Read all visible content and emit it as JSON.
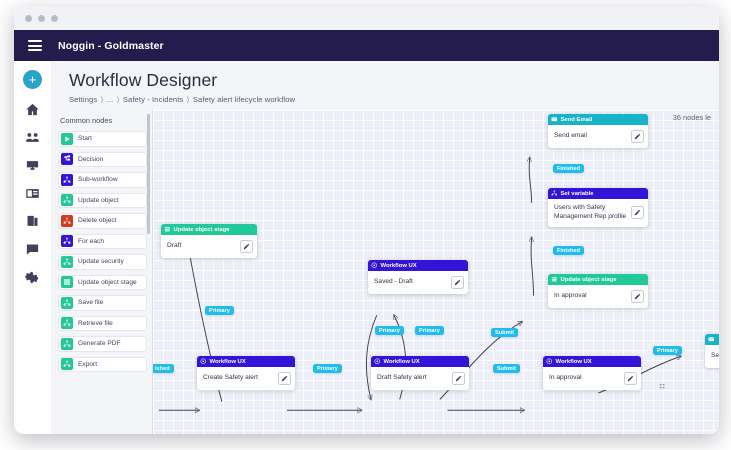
{
  "window": {
    "dots": 3
  },
  "header": {
    "menu_icon": "hamburger-icon",
    "title": "Noggin - Goldmaster",
    "bg_color": "#241c4c"
  },
  "icon_rail": {
    "add_label": "+",
    "items": [
      {
        "icon": "home-icon"
      },
      {
        "icon": "people-icon"
      },
      {
        "icon": "kanban-icon"
      },
      {
        "icon": "id-card-icon"
      },
      {
        "icon": "books-icon"
      },
      {
        "icon": "chat-icon"
      },
      {
        "icon": "gear-icon"
      }
    ]
  },
  "page": {
    "title": "Workflow Designer",
    "breadcrumb": [
      "Settings",
      "...",
      "Safety - Incidents",
      "Safety alert lifecycle workflow"
    ],
    "breadcrumb_separator": "⟩"
  },
  "palette": {
    "title": "Common nodes",
    "items": [
      {
        "label": "Start",
        "icon": "play-icon",
        "color": "#20c997"
      },
      {
        "label": "Decision",
        "icon": "branch-icon",
        "color": "#3414d8"
      },
      {
        "label": "Sub-workflow",
        "icon": "flow-icon",
        "color": "#3414d8"
      },
      {
        "label": "Update object",
        "icon": "object-icon",
        "color": "#20c997"
      },
      {
        "label": "Delete object",
        "icon": "object-icon",
        "color": "#d9381e"
      },
      {
        "label": "For each",
        "icon": "flow-icon",
        "color": "#3414d8"
      },
      {
        "label": "Update security",
        "icon": "object-icon",
        "color": "#20c997"
      },
      {
        "label": "Update object stage",
        "icon": "stage-icon",
        "color": "#20c997"
      },
      {
        "label": "Save file",
        "icon": "object-icon",
        "color": "#20c997"
      },
      {
        "label": "Retrieve file",
        "icon": "object-icon",
        "color": "#20c997"
      },
      {
        "label": "Generate PDF",
        "icon": "object-icon",
        "color": "#20c997"
      },
      {
        "label": "Export",
        "icon": "object-icon",
        "color": "#20c997"
      }
    ]
  },
  "canvas": {
    "nodes_left_text": "36 nodes le",
    "nodes": [
      {
        "id": "send-email-top",
        "header": "Send Email",
        "header_icon": "envelope-icon",
        "header_color": "#17b3c9",
        "text": "Send email",
        "edit_icon": "pencil-icon"
      },
      {
        "id": "set-variable",
        "header": "Set variable",
        "header_icon": "object-icon",
        "header_color": "#3414d8",
        "text": "Users with Safety Management Rep profile",
        "edit_icon": "pencil-icon"
      },
      {
        "id": "update-stage-approval",
        "header": "Update object stage",
        "header_icon": "stage-icon",
        "header_color": "#20c997",
        "text": "In approval",
        "edit_icon": "pencil-icon"
      },
      {
        "id": "update-stage-draft",
        "header": "Update object stage",
        "header_icon": "stage-icon",
        "header_color": "#20c997",
        "text": "Draft",
        "edit_icon": "pencil-icon"
      },
      {
        "id": "ux-saved-draft",
        "header": "Workflow UX",
        "header_icon": "ux-icon",
        "header_color": "#3414d8",
        "text": "Saved - Draft",
        "edit_icon": "pencil-icon"
      },
      {
        "id": "ux-create-safety-alert",
        "header": "Workflow UX",
        "header_icon": "ux-icon",
        "header_color": "#3414d8",
        "text": "Create Safety alert",
        "edit_icon": "pencil-icon"
      },
      {
        "id": "ux-draft-safety-alert",
        "header": "Workflow UX",
        "header_icon": "ux-icon",
        "header_color": "#3414d8",
        "text": "Draft Safety alert",
        "edit_icon": "pencil-icon"
      },
      {
        "id": "ux-in-approval",
        "header": "Workflow UX",
        "header_icon": "ux-icon",
        "header_color": "#3414d8",
        "text": "In approval",
        "edit_icon": "pencil-icon"
      },
      {
        "id": "send-email-right",
        "header": "",
        "header_icon": "envelope-icon",
        "header_color": "#17b3c9",
        "text": "Se",
        "edit_icon": "pencil-icon"
      }
    ],
    "edge_labels": [
      {
        "id": "lbl-finished-email",
        "text": "Finished"
      },
      {
        "id": "lbl-finished-setvar",
        "text": "Finished"
      },
      {
        "id": "lbl-primary-draftstage",
        "text": "Primary"
      },
      {
        "id": "lbl-primary-left",
        "text": "Primary"
      },
      {
        "id": "lbl-primary-right",
        "text": "Primary"
      },
      {
        "id": "lbl-submit-mid",
        "text": "Submit"
      },
      {
        "id": "lbl-primary-bottom1",
        "text": "Primary"
      },
      {
        "id": "lbl-submit-bottom",
        "text": "Submit"
      },
      {
        "id": "lbl-primary-farright",
        "text": "Primary"
      },
      {
        "id": "lbl-finished-left",
        "text": "ished"
      }
    ],
    "edge_label_color": "#1fbcef"
  }
}
